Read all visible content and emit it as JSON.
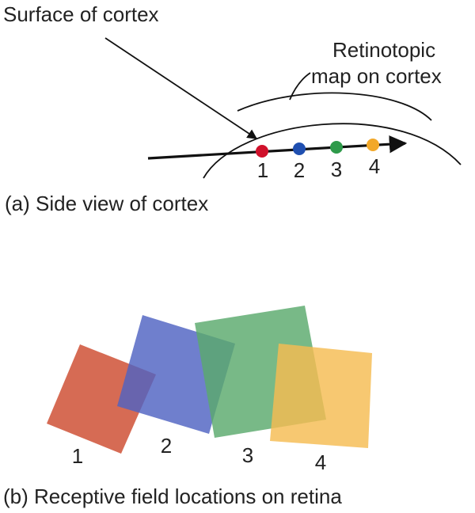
{
  "labels": {
    "surface_of_cortex": "Surface of cortex",
    "retinotopic_line1": "Retinotopic",
    "retinotopic_line2": "map on cortex",
    "caption_a": "(a) Side view of cortex",
    "caption_b": "(b) Receptive field locations on retina"
  },
  "sites": [
    {
      "label": "1",
      "color": "#d0112b"
    },
    {
      "label": "2",
      "color": "#1f4fb0"
    },
    {
      "label": "3",
      "color": "#2e9a4a"
    },
    {
      "label": "4",
      "color": "#f2a829"
    }
  ],
  "receptive_fields": [
    {
      "label": "1",
      "color": "#cd4a2e"
    },
    {
      "label": "2",
      "color": "#4f63c2"
    },
    {
      "label": "3",
      "color": "#5aaa6c"
    },
    {
      "label": "4",
      "color": "#f5bc52"
    }
  ],
  "line_color": "#111111"
}
